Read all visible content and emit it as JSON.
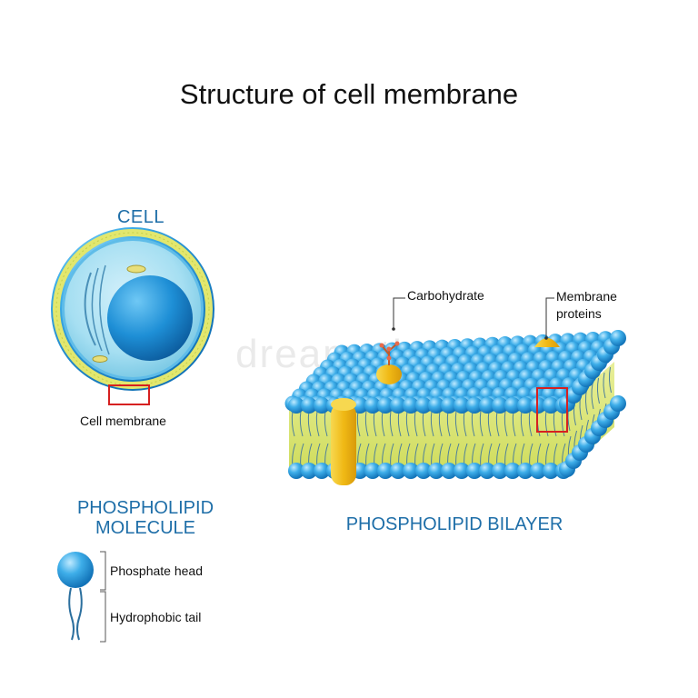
{
  "title": "Structure of cell membrane",
  "watermark": "dreamstime",
  "cell": {
    "heading": "CELL",
    "membrane_label": "Cell membrane"
  },
  "molecule": {
    "heading": "PHOSPHOLIPID MOLECULE",
    "head_label": "Phosphate head",
    "tail_label": "Hydrophobic tail"
  },
  "bilayer": {
    "heading": "PHOSPHOLIPID BILAYER",
    "carbohydrate_label": "Carbohydrate",
    "protein_label": "Membrane proteins"
  },
  "colors": {
    "heading_blue": "#1e6ea8",
    "phosphate_blue": "#2b9be0",
    "lipid_yellow": "#d9e46a",
    "protein_gold": "#f2c21e",
    "highlight_red": "#d62020"
  }
}
